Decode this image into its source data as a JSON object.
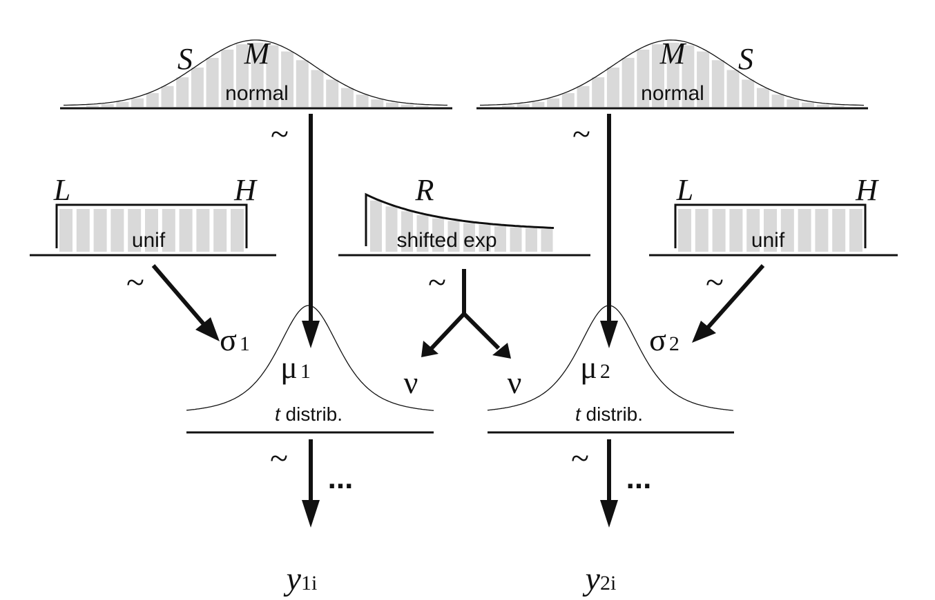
{
  "normal_left": {
    "label": "normal",
    "param_left": "S",
    "param_center": "M"
  },
  "normal_right": {
    "label": "normal",
    "param_center": "M",
    "param_right": "S"
  },
  "unif_left": {
    "label": "unif",
    "low": "L",
    "high": "H"
  },
  "unif_right": {
    "label": "unif",
    "low": "L",
    "high": "H"
  },
  "shifted_exp": {
    "label": "shifted exp",
    "param": "R"
  },
  "tilde": "~",
  "t_left": {
    "label_italic": "t",
    "label": " distrib.",
    "mu": "μ",
    "mu_sub": "1",
    "sigma": "σ",
    "sigma_sub": "1",
    "nu": "ν"
  },
  "t_right": {
    "label_italic": "t",
    "label": " distrib.",
    "mu": "μ",
    "mu_sub": "2",
    "sigma": "σ",
    "sigma_sub": "2",
    "nu": "ν"
  },
  "data_left": {
    "y": "y",
    "sub": "1i",
    "ellipsis": "..."
  },
  "data_right": {
    "y": "y",
    "sub": "2i",
    "ellipsis": "..."
  },
  "colors": {
    "bar": "#d9d9d9",
    "ink": "#111111"
  }
}
